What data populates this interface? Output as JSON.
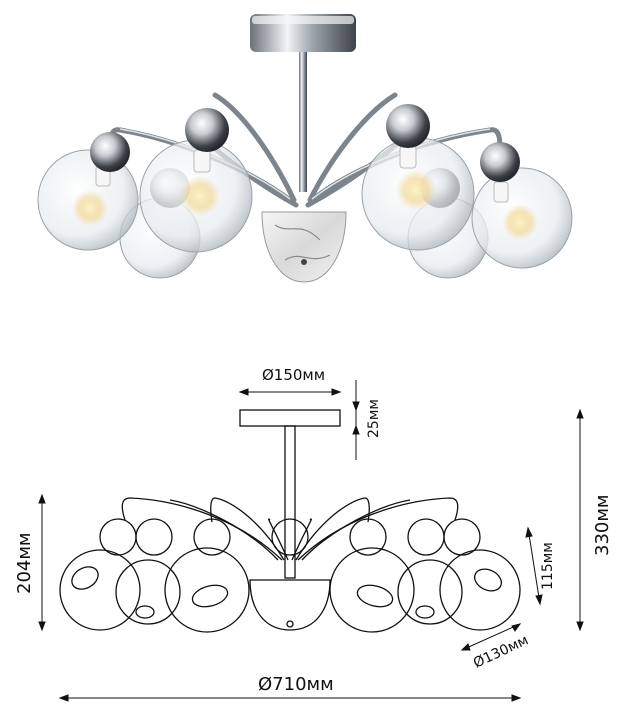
{
  "dimensions": {
    "canopy_diameter": "Ø150мм",
    "canopy_height": "25мм",
    "total_height": "330мм",
    "body_height": "204мм",
    "shade_height": "115мм",
    "shade_diameter": "Ø130мм",
    "total_diameter": "Ø710мм"
  },
  "colors": {
    "chrome_dark": "#5a5f66",
    "chrome_light": "#e9ecef",
    "glass_edge": "#9aa3a8",
    "line": "#111111"
  }
}
